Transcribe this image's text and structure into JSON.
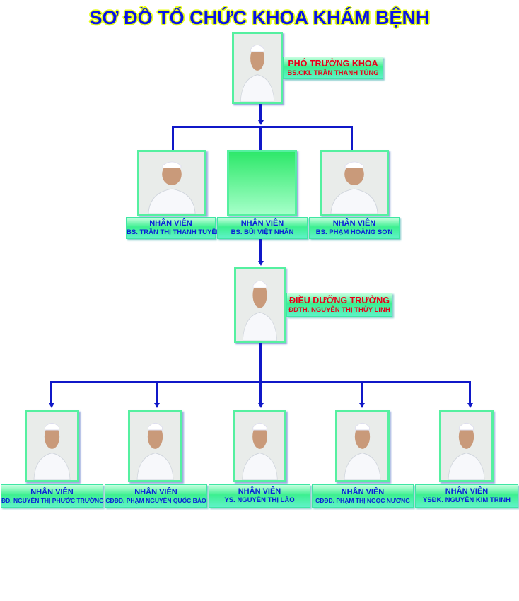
{
  "title": "SƠ ĐỒ TỔ CHỨC KHOA KHÁM BỆNH",
  "head": {
    "role": "PHÓ TRƯỞNG KHOA",
    "name": "BS.CKI. TRẦN THANH TÙNG"
  },
  "doctors": [
    {
      "role": "NHÂN VIÊN",
      "name": "BS. TRẦN THỊ THANH TUYỀN"
    },
    {
      "role": "NHÂN VIÊN",
      "name": "BS. BÙI VIỆT NHÂN"
    },
    {
      "role": "NHÂN VIÊN",
      "name": "BS. PHẠM HOÀNG SƠN"
    }
  ],
  "nurse_head": {
    "role": "ĐIỀU DƯỠNG TRƯỞNG",
    "name": "ĐDTH. NGUYỄN THỊ THÙY LINH"
  },
  "staff": [
    {
      "role": "NHÂN VIÊN",
      "name": "ĐD. NGUYỄN THỊ PHƯỚC TRƯỜNG"
    },
    {
      "role": "NHÂN VIÊN",
      "name": "CĐĐD. PHẠM NGUYỄN QUỐC BẢO"
    },
    {
      "role": "NHÂN VIÊN",
      "name": "YS. NGUYỄN THỊ LÀO"
    },
    {
      "role": "NHÂN VIÊN",
      "name": "CĐĐD. PHẠM THỊ NGỌC NƯƠNG"
    },
    {
      "role": "NHÂN VIÊN",
      "name": "YSĐK. NGUYỄN KIM TRINH"
    }
  ],
  "colors": {
    "title": "#0a14e6",
    "title_outline": "#e8ff1a",
    "connector": "#1018c8",
    "lead_text": "#e8001a",
    "staff_text": "#0a22d8"
  }
}
